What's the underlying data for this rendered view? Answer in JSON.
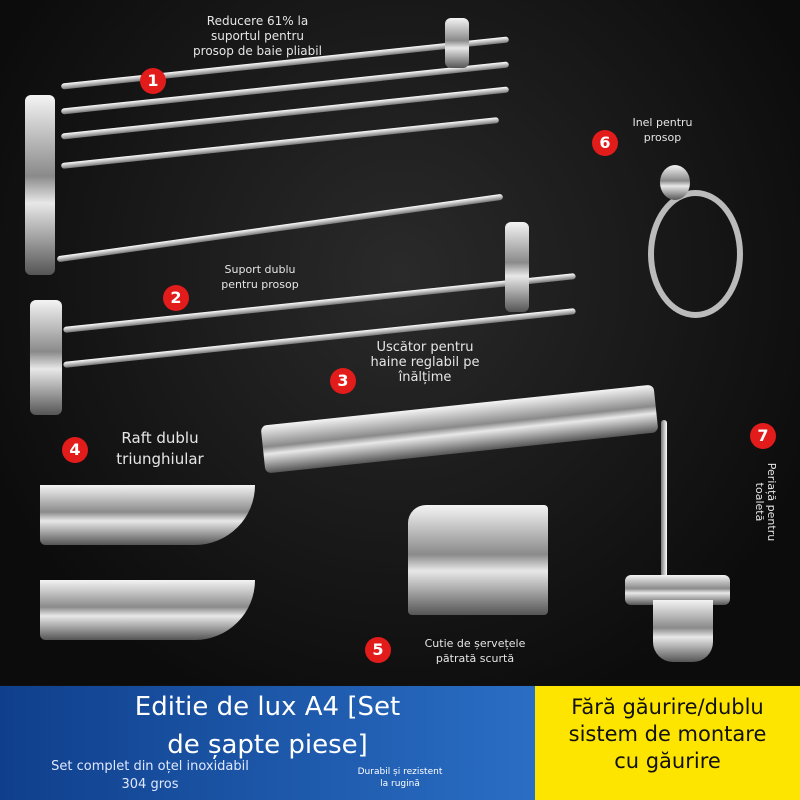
{
  "items": [
    {
      "number": "1",
      "label": "Reducere 61% la suportul pentru prosop de baie pliabil"
    },
    {
      "number": "2",
      "label": "Suport dublu pentru prosop"
    },
    {
      "number": "3",
      "label": "Uscător pentru haine reglabil pe înălțime"
    },
    {
      "number": "4",
      "label": "Raft dublu triunghiular"
    },
    {
      "number": "5",
      "label": "Cutie de șervețele pătrată scurtă"
    },
    {
      "number": "6",
      "label": "Inel pentru prosop"
    },
    {
      "number": "7",
      "label": "Periață pentru toaletă"
    }
  ],
  "banner": {
    "title_line1": "Editie de lux A4 [Set",
    "title_line2": "de șapte piese]",
    "subtitle_line1": "Set complet din oțel inoxidabil",
    "subtitle_line2": "304 gros",
    "note_line1": "Durabil și rezistent",
    "note_line2": "la rugină",
    "yellow_line1": "Fără găurire/dublu",
    "yellow_line2": "sistem de montare",
    "yellow_line3": "cu găurire"
  },
  "colors": {
    "badge": "#e21b1b",
    "banner_blue": "#1d57a8",
    "banner_yellow": "#fde500"
  }
}
